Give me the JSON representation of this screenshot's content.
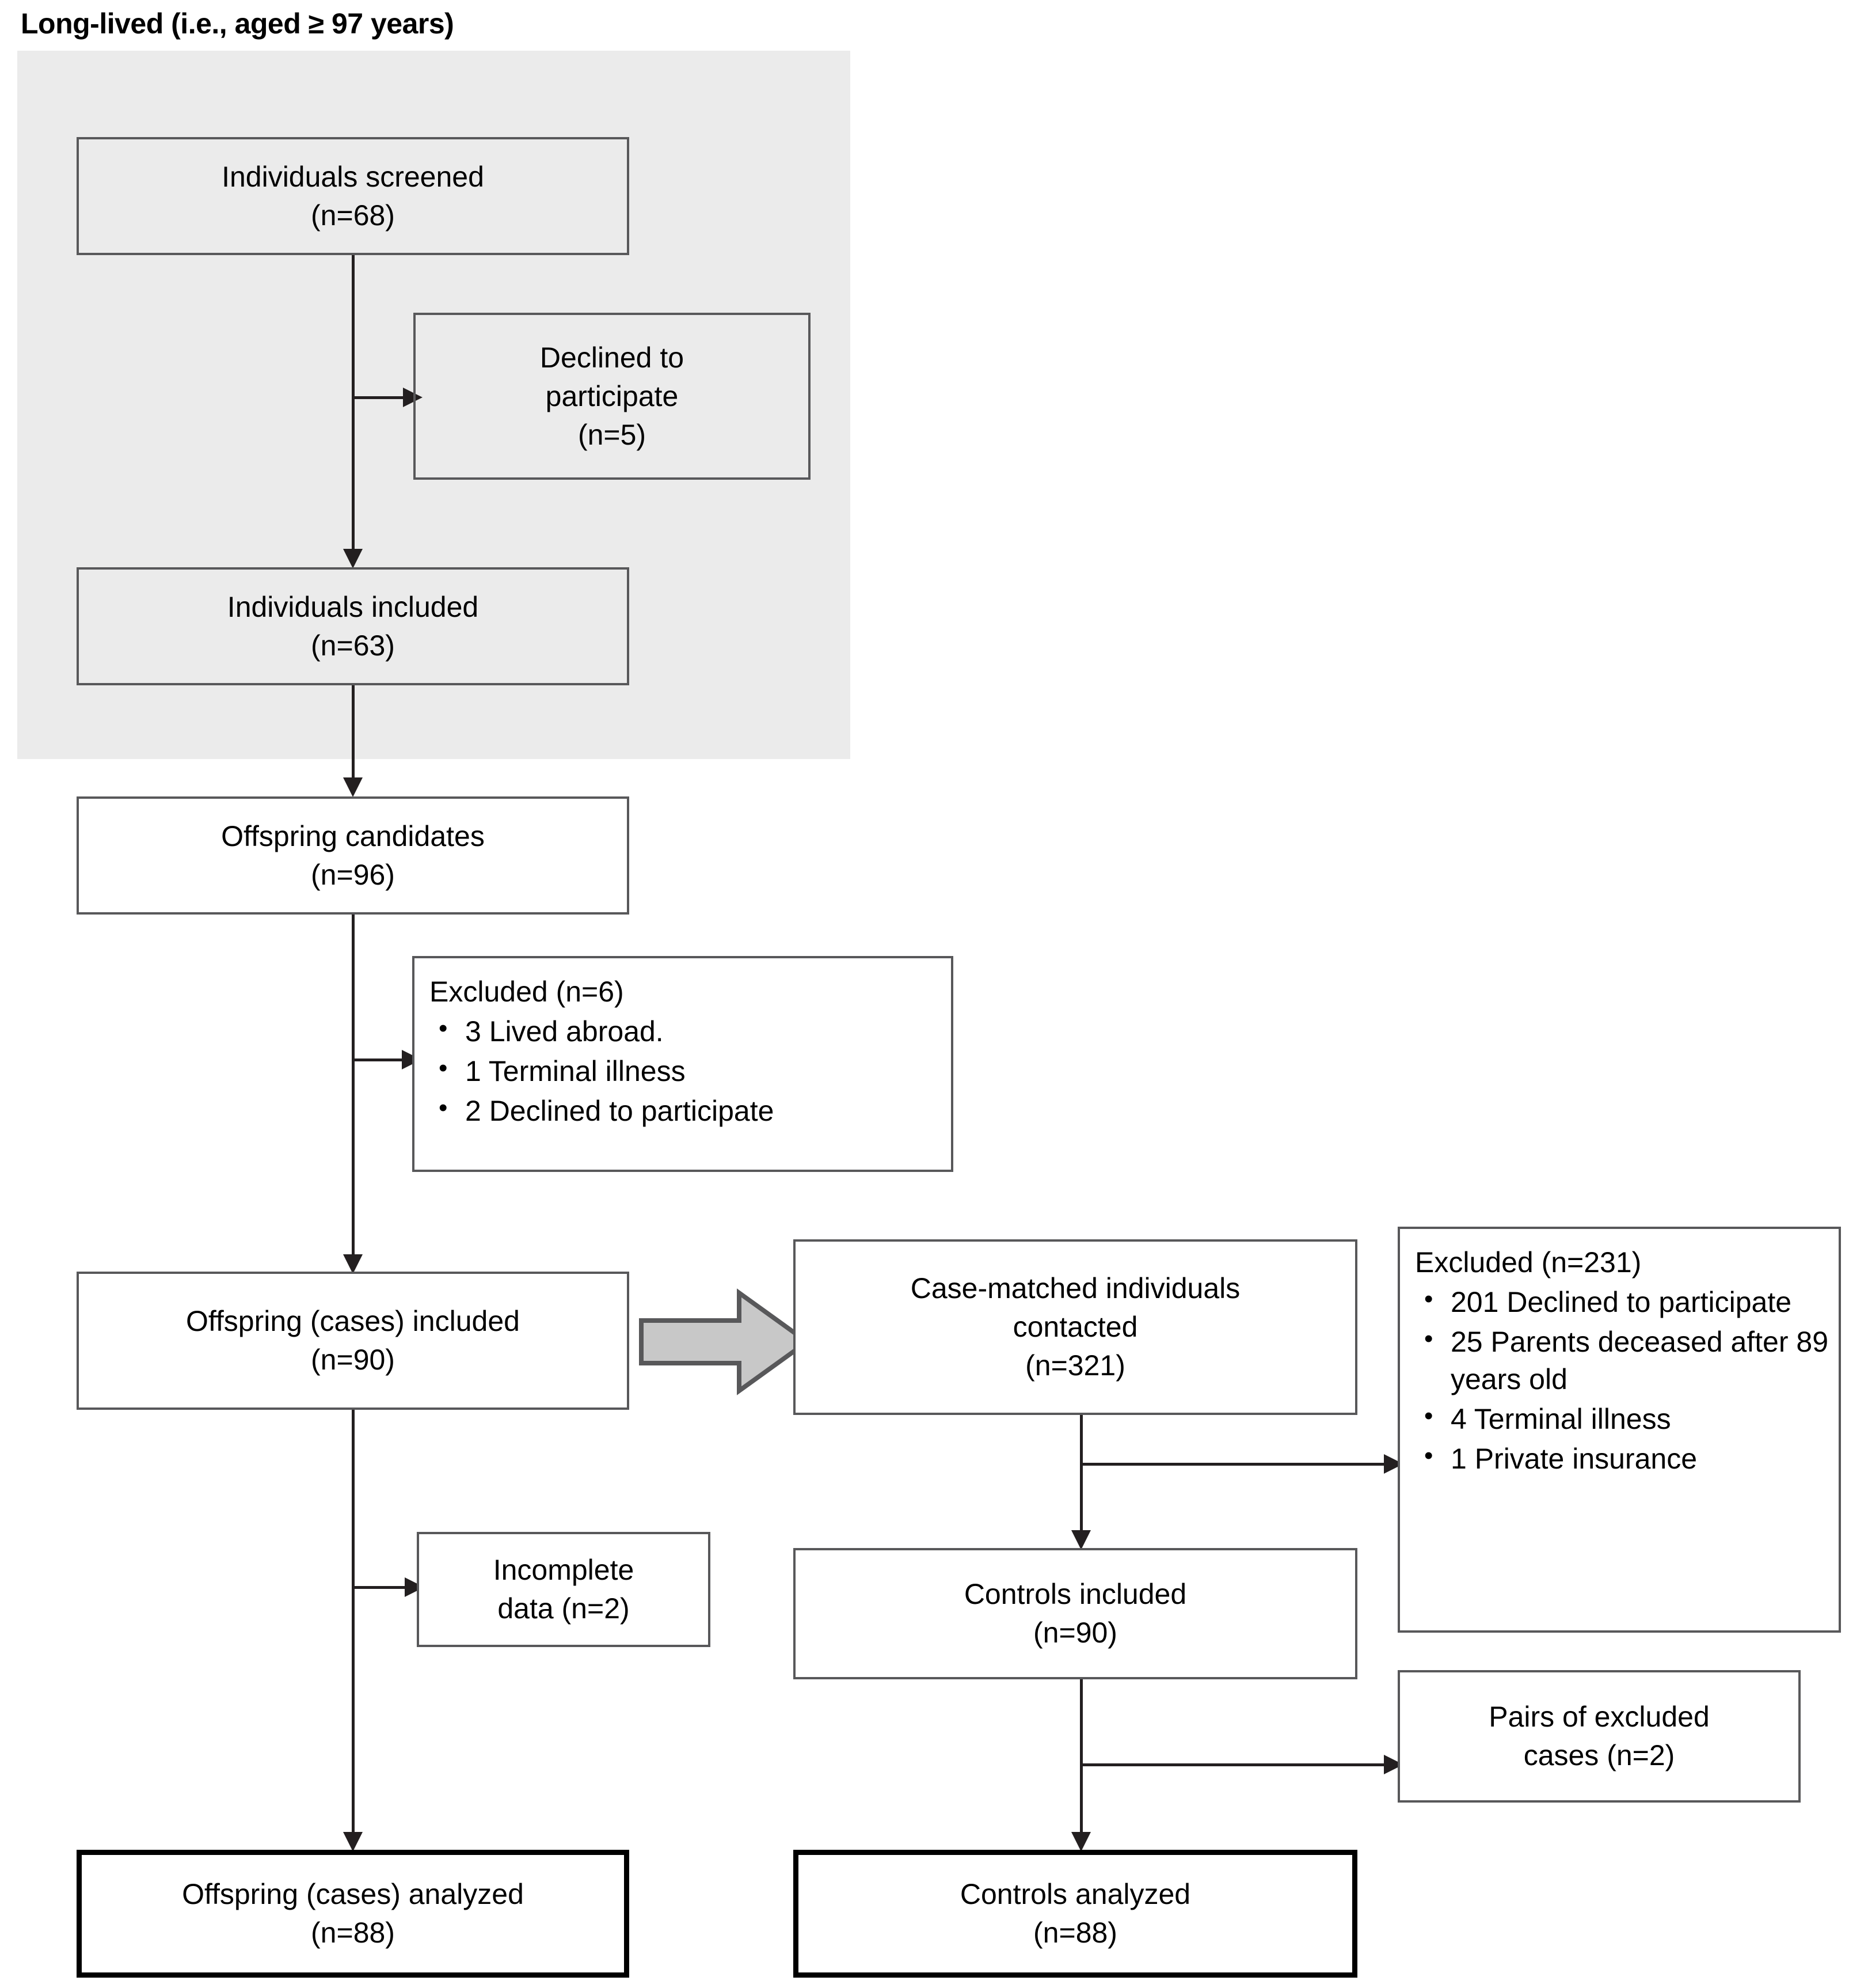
{
  "diagram": {
    "type": "participant-flow-diagram",
    "group": {
      "title": "Long-lived (i.e., aged ≥ 97 years)",
      "shade_color": "#ebebeb"
    },
    "colors": {
      "box_border": "#58585a",
      "bold_box_border": "#000000",
      "connector": "#231f20",
      "block_arrow_fill": "#c8c8c8",
      "shade": "#ebebeb",
      "text": "#000000"
    },
    "nodes": {
      "screened": {
        "line1": "Individuals screened",
        "line2": "(n=68)"
      },
      "declined": {
        "line1": "Declined to",
        "line2": "participate",
        "line3": "(n=5)"
      },
      "included": {
        "line1": "Individuals included",
        "line2": "(n=63)"
      },
      "offspring_candidates": {
        "line1": "Offspring candidates",
        "line2": "(n=96)"
      },
      "excluded_6": {
        "lead": "Excluded (n=6)",
        "items": [
          "3 Lived abroad.",
          "1 Terminal illness",
          "2 Declined to participate"
        ]
      },
      "cases_included": {
        "line1": "Offspring (cases) included",
        "line2": "(n=90)"
      },
      "case_matched": {
        "line1": "Case-matched individuals",
        "line2": "contacted",
        "line3": "(n=321)"
      },
      "excluded_231": {
        "lead": "Excluded (n=231)",
        "items": [
          "201 Declined to participate",
          "25 Parents deceased after 89 years old",
          "4 Terminal illness",
          "1 Private insurance"
        ],
        "items_wrapped": [
          [
            "201 Declined to",
            "participate"
          ],
          [
            "25 Parents deceased",
            "after 89 years old"
          ],
          [
            "4 Terminal illness"
          ],
          [
            "1 Private insurance"
          ]
        ]
      },
      "incomplete_data": {
        "line1": "Incomplete",
        "line2": "data (n=2)"
      },
      "controls_included": {
        "line1": "Controls included",
        "line2": "(n=90)"
      },
      "pairs_excluded": {
        "line1": "Pairs of excluded",
        "line2": "cases (n=2)"
      },
      "cases_analyzed": {
        "line1": "Offspring (cases) analyzed",
        "line2": "(n=88)"
      },
      "controls_analyzed": {
        "line1": "Controls analyzed",
        "line2": "(n=88)"
      }
    }
  }
}
